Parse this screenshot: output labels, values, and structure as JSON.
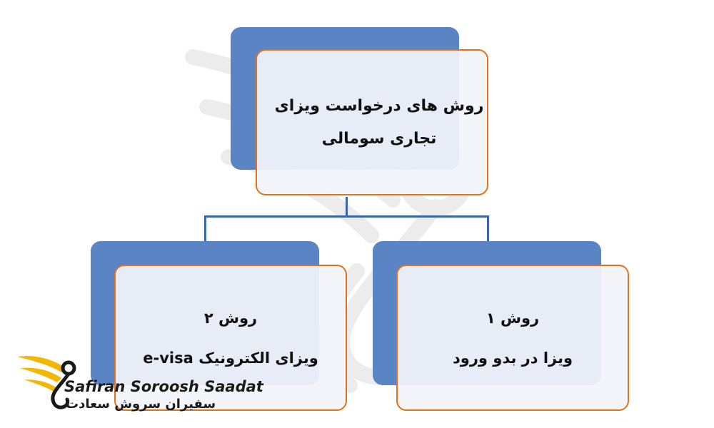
{
  "root": {
    "line1": "روش های درخواست ویزای",
    "line2": "تجاری سومالی"
  },
  "method_left": {
    "heading": "روش ۲",
    "description": "ویزای الکترونیک e-visa"
  },
  "method_right": {
    "heading": "روش ۱",
    "description": "ویزا در بدو ورود"
  },
  "logo": {
    "name_en": "Safiran Soroosh Saadat",
    "name_fa": "سفیران سروش سعادت"
  },
  "colors": {
    "shadow_blue": "#5b84c4",
    "border_orange": "#e2731e",
    "connector_blue": "#3a66a8",
    "logo_gold": "#f2b705"
  }
}
